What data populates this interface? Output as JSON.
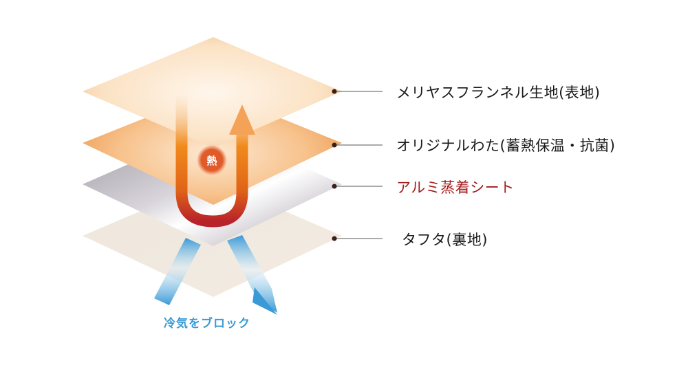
{
  "diagram": {
    "layers": [
      {
        "id": "top",
        "label": "メリヤスフランネル生地(表地)",
        "color": "#f8dcb4",
        "label_color": "#1a1a1a"
      },
      {
        "id": "wadding",
        "label": "オリジナルわた(蓄熱保温・抗菌)",
        "color": "#f2a866",
        "label_color": "#1a1a1a"
      },
      {
        "id": "aluminum",
        "label": "アルミ蒸着シート",
        "color": "#b8b4bc",
        "label_color": "#a51d1d"
      },
      {
        "id": "lining",
        "label": "タフタ(裏地)",
        "color": "#efe6da",
        "label_color": "#1a1a1a"
      }
    ],
    "heat_badge": "熱",
    "cold_caption": "冷気をブロック",
    "colors": {
      "heat_arrow_top": "#f5a04a",
      "heat_arrow_bottom": "#c0282a",
      "heat_badge": "#e05a2a",
      "cold_arrow": "#3a9ad6",
      "leader_line": "#555555",
      "leader_dot": "#3a1f1a"
    }
  }
}
